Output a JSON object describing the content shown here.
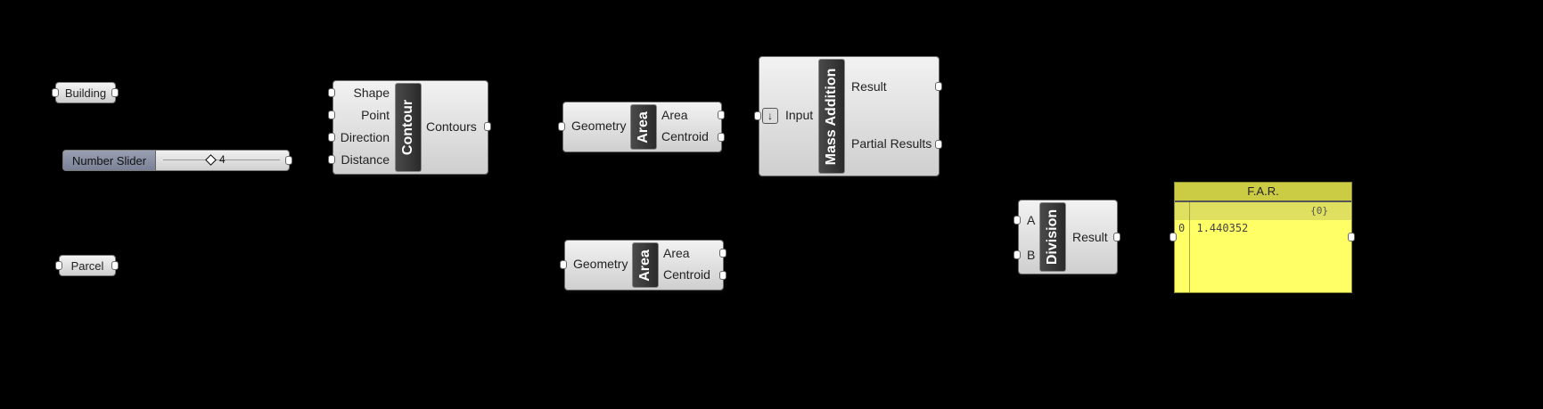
{
  "params": {
    "building": "Building",
    "parcel": "Parcel"
  },
  "slider": {
    "name": "Number Slider",
    "value": "4"
  },
  "contour": {
    "title": "Contour",
    "inputs": [
      "Shape",
      "Point",
      "Direction",
      "Distance"
    ],
    "output": "Contours"
  },
  "area1": {
    "title": "Area",
    "input": "Geometry",
    "outputs": [
      "Area",
      "Centroid"
    ]
  },
  "area2": {
    "title": "Area",
    "input": "Geometry",
    "outputs": [
      "Area",
      "Centroid"
    ]
  },
  "mass": {
    "title": "Mass Addition",
    "input": "Input",
    "outputs": [
      "Result",
      "Partial Results"
    ]
  },
  "division": {
    "title": "Division",
    "inputs": [
      "A",
      "B"
    ],
    "output": "Result"
  },
  "panel": {
    "title": "F.A.R.",
    "path": "{0}",
    "index": "0",
    "value": "1.440352"
  }
}
